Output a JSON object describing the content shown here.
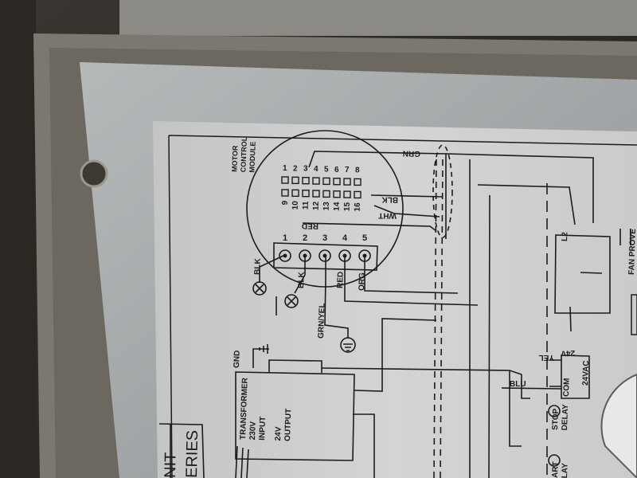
{
  "diagram": {
    "module_title": [
      "MOTOR",
      "CONTROL",
      "MODULE"
    ],
    "pins_top": [
      "1",
      "2",
      "3",
      "4",
      "5",
      "6",
      "7",
      "8"
    ],
    "pins_bottom": [
      "9",
      "10",
      "11",
      "12",
      "13",
      "14",
      "15",
      "16"
    ],
    "module_wires": {
      "grn": "GRN",
      "blk": "BLK",
      "wht": "WHT",
      "red": "RED"
    },
    "plug_pins": [
      "1",
      "2",
      "3",
      "4",
      "5"
    ],
    "plug_wires": {
      "blk1": "BLK",
      "blk2": "BLK",
      "grn_yel": "GRN/YEL",
      "red": "RED",
      "org": "ORG"
    },
    "gnd": "GND",
    "transformer": [
      "TRANSFORMER",
      "230V",
      "INPUT",
      "24V",
      "OUTPUT"
    ],
    "series_text": "ERIES",
    "unit_text": "NIT",
    "l2": "L2",
    "fan_prove": "FAN PROVE",
    "terminal_24v": "24V",
    "terminal_yel": "YEL",
    "terminal_24vac": "24VAC",
    "terminal_com": "COM",
    "terminal_blu": "BLU",
    "stop_delay": [
      "STOP",
      "DELAY"
    ],
    "start_delay_partial": [
      "ART",
      "LAY"
    ]
  },
  "colors": {
    "paper": "#cfd0cf",
    "enclosure": "#7b776f",
    "panel_grey": "#a9adaf",
    "ink": "#1c1c1c"
  }
}
